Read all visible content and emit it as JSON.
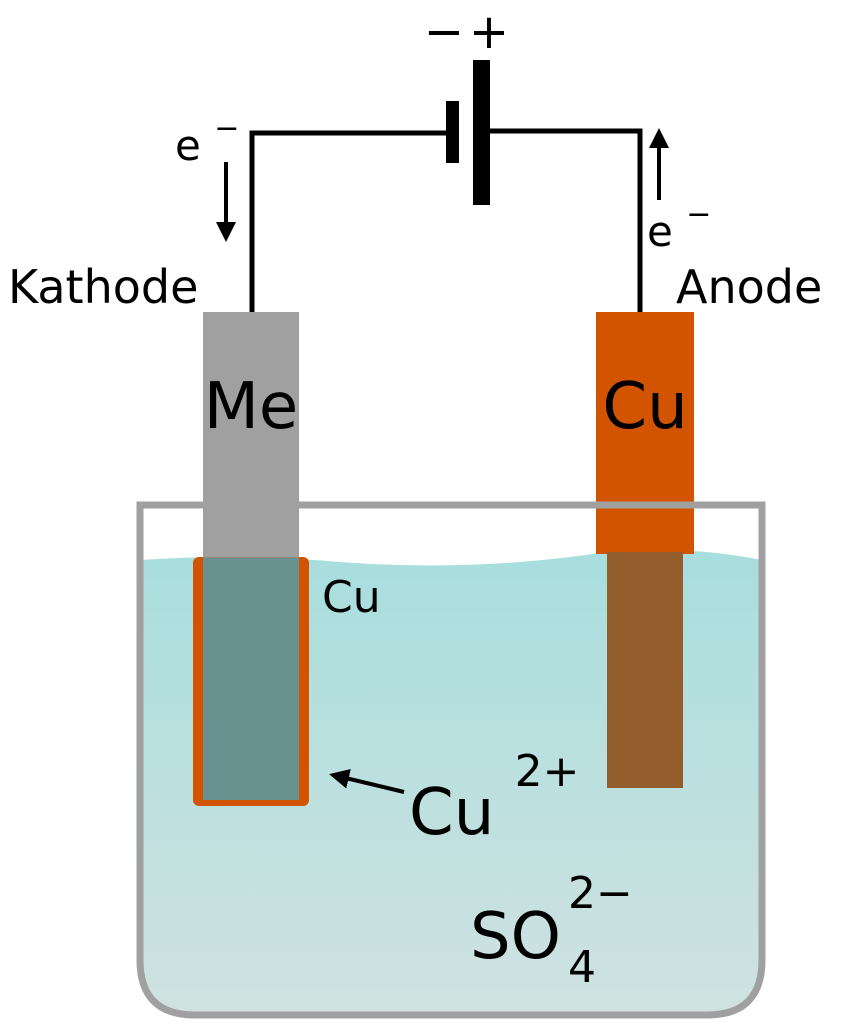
{
  "battery": {
    "minus_sign": "−",
    "plus_sign": "+"
  },
  "electron_left": {
    "base": "e",
    "sup": "−"
  },
  "electron_right": {
    "base": "e",
    "sup": "−"
  },
  "cathode": {
    "label": "Kathode",
    "material": "Me"
  },
  "anode": {
    "label": "Anode",
    "material": "Cu"
  },
  "deposit_label": "Cu",
  "cation": {
    "base": "Cu",
    "sup": "2+"
  },
  "anion": {
    "base": "SO",
    "sub": "4",
    "sup": "2−"
  },
  "colors": {
    "wire": "#000000",
    "cathode_electrode": "#999999",
    "copper": "#d35400",
    "electrolyte_top": "#a8dede",
    "electrolyte_bottom": "#d0e2e0",
    "beaker": "#a0a0a0"
  }
}
